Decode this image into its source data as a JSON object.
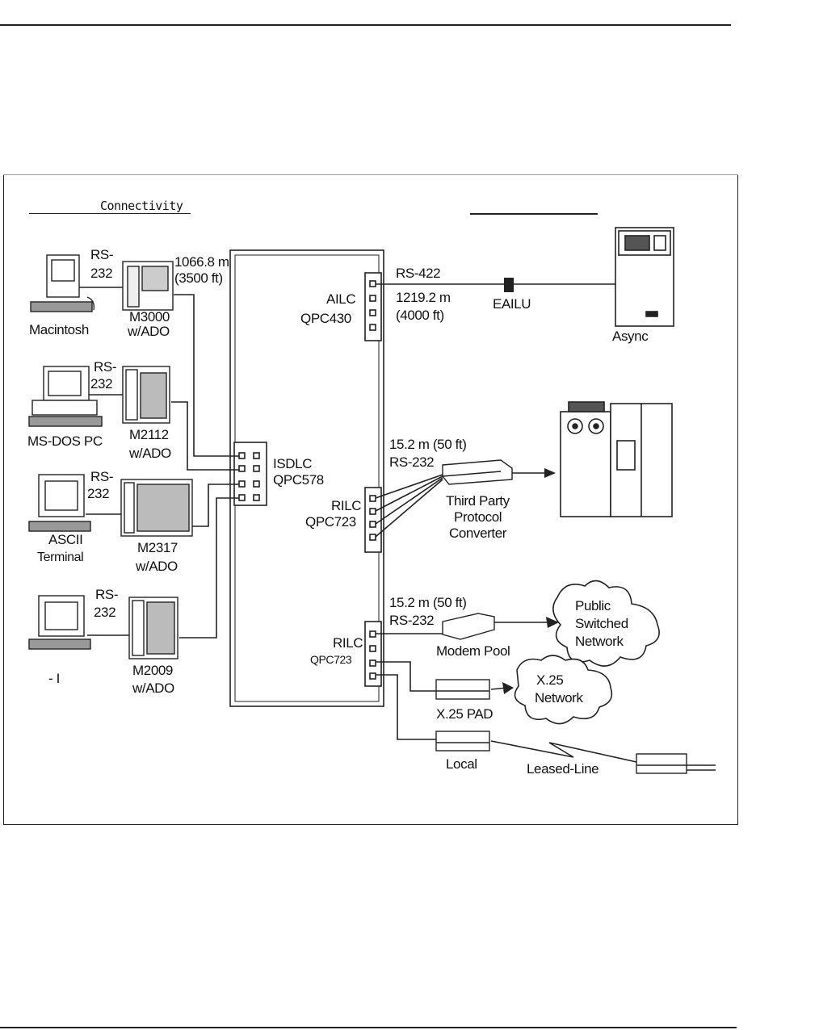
{
  "header": {
    "connectivity": "Connectivity"
  },
  "labels": {
    "mac_rs": "RS-",
    "mac_232": "232",
    "mac_name": "Macintosh",
    "m3000": "M3000",
    "m3000_ado": "w/ADO",
    "dist_1066": "1066.8 m",
    "dist_3500": "(3500 ft)",
    "dos_rs": "RS-",
    "dos_232": "232",
    "dos_name": "MS-DOS PC",
    "m2112": "M2112",
    "m2112_ado": "w/ADO",
    "ascii_rs": "RS-",
    "ascii_232": "232",
    "ascii_name": "ASCII",
    "ascii_term": "Terminal",
    "m2317": "M2317",
    "m2317_ado": "w/ADO",
    "t4_rs": "RS-",
    "t4_232": "232",
    "t4_name": "-         I",
    "m2009": "M2009",
    "m2009_ado": "w/ADO",
    "isdlc": "ISDLC",
    "qpc578": "QPC578",
    "ailc": "AILC",
    "qpc430": "QPC430",
    "rs422": "RS-422",
    "dist_1219": "1219.2 m",
    "dist_4000": "(4000 ft)",
    "eailu": "EAILU",
    "async": "Async",
    "rilc1": "RILC",
    "qpc723_1": "QPC723",
    "dist_152a": "15.2 m (50 ft)",
    "rs232a": "RS-232",
    "third_party": "Third Party",
    "protocol": "Protocol",
    "converter": "Converter",
    "rilc2": "RILC",
    "qpc723_2": "QPC723",
    "dist_152b": "15.2 m (50 ft)",
    "rs232b": "RS-232",
    "modem_pool": "Modem Pool",
    "public": "Public",
    "switched": "Switched",
    "network": "Network",
    "x25": "X.25",
    "x25_network": "Network",
    "x25_pad": "X.25 PAD",
    "local": "Local",
    "leased_line": "Leased-Line"
  }
}
